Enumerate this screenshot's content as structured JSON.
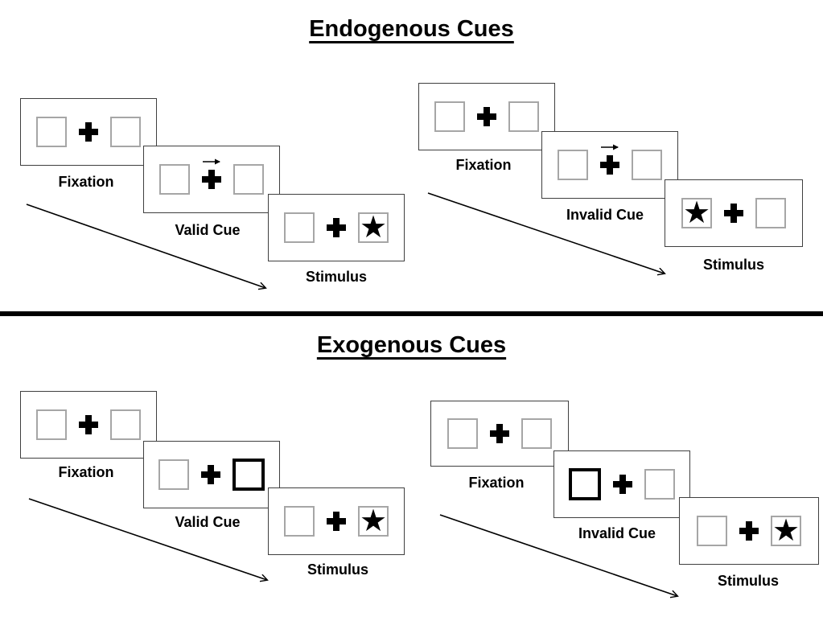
{
  "colors": {
    "ink": "#000000",
    "panel-border": "#3f3f3f",
    "box-border": "#a6a6a6",
    "background": "#ffffff"
  },
  "glyphs": {
    "star": "★"
  },
  "sections": [
    {
      "title": "Endogenous Cues",
      "sequences": [
        {
          "type": "valid",
          "panels": [
            {
              "label": "Fixation",
              "cue": null,
              "stimulus": null
            },
            {
              "label": "Valid Cue",
              "cue": "arrow-right",
              "stimulus": null
            },
            {
              "label": "Stimulus",
              "cue": null,
              "stimulus": "right"
            }
          ]
        },
        {
          "type": "invalid",
          "panels": [
            {
              "label": "Fixation",
              "cue": null,
              "stimulus": null
            },
            {
              "label": "Invalid Cue",
              "cue": "arrow-right",
              "stimulus": null
            },
            {
              "label": "Stimulus",
              "cue": null,
              "stimulus": "left"
            }
          ]
        }
      ]
    },
    {
      "title": "Exogenous Cues",
      "sequences": [
        {
          "type": "valid",
          "panels": [
            {
              "label": "Fixation",
              "cue": null,
              "stimulus": null
            },
            {
              "label": "Valid Cue",
              "cue": "box-right",
              "stimulus": null
            },
            {
              "label": "Stimulus",
              "cue": null,
              "stimulus": "right"
            }
          ]
        },
        {
          "type": "invalid",
          "panels": [
            {
              "label": "Fixation",
              "cue": null,
              "stimulus": null
            },
            {
              "label": "Invalid Cue",
              "cue": "box-left",
              "stimulus": null
            },
            {
              "label": "Stimulus",
              "cue": null,
              "stimulus": "right"
            }
          ]
        }
      ]
    }
  ]
}
